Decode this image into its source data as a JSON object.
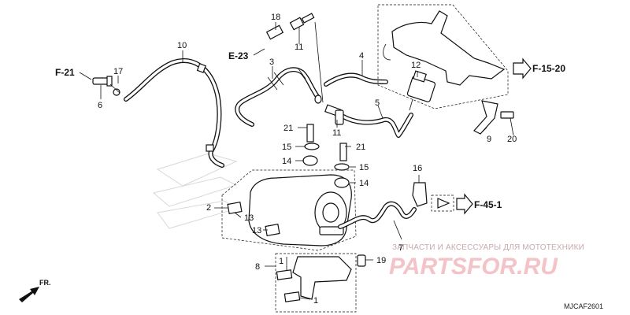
{
  "diagram": {
    "callouts": [
      {
        "id": "c1a",
        "text": "1"
      },
      {
        "id": "c1b",
        "text": "1"
      },
      {
        "id": "c2",
        "text": "2"
      },
      {
        "id": "c3",
        "text": "3"
      },
      {
        "id": "c4",
        "text": "4"
      },
      {
        "id": "c5",
        "text": "5"
      },
      {
        "id": "c6",
        "text": "6"
      },
      {
        "id": "c7",
        "text": "7"
      },
      {
        "id": "c8",
        "text": "8"
      },
      {
        "id": "c9",
        "text": "9"
      },
      {
        "id": "c10",
        "text": "10"
      },
      {
        "id": "c11a",
        "text": "11"
      },
      {
        "id": "c11b",
        "text": "11"
      },
      {
        "id": "c12",
        "text": "12"
      },
      {
        "id": "c13a",
        "text": "13"
      },
      {
        "id": "c13b",
        "text": "13"
      },
      {
        "id": "c14a",
        "text": "14"
      },
      {
        "id": "c14b",
        "text": "14"
      },
      {
        "id": "c15a",
        "text": "15"
      },
      {
        "id": "c15b",
        "text": "15"
      },
      {
        "id": "c16",
        "text": "16"
      },
      {
        "id": "c17",
        "text": "17"
      },
      {
        "id": "c18",
        "text": "18"
      },
      {
        "id": "c19",
        "text": "19"
      },
      {
        "id": "c20",
        "text": "20"
      },
      {
        "id": "c21a",
        "text": "21"
      },
      {
        "id": "c21b",
        "text": "21"
      }
    ],
    "references": {
      "f21": "F-21",
      "e23": "E-23",
      "f1520": "F-15-20",
      "f451": "F-45-1"
    },
    "front_marker": "FR.",
    "watermark_text": "ЗАПЧАСТИ И АКСЕССУАРЫ ДЛЯ МОТОТЕХНИКИ",
    "watermark_brand": "PARTSFOR.RU",
    "diagram_code": "MJCAF2601",
    "colors": {
      "line": "#111111",
      "watermark": "#c9a9ad",
      "brand": "#f3c3c8",
      "background": "#ffffff"
    }
  }
}
